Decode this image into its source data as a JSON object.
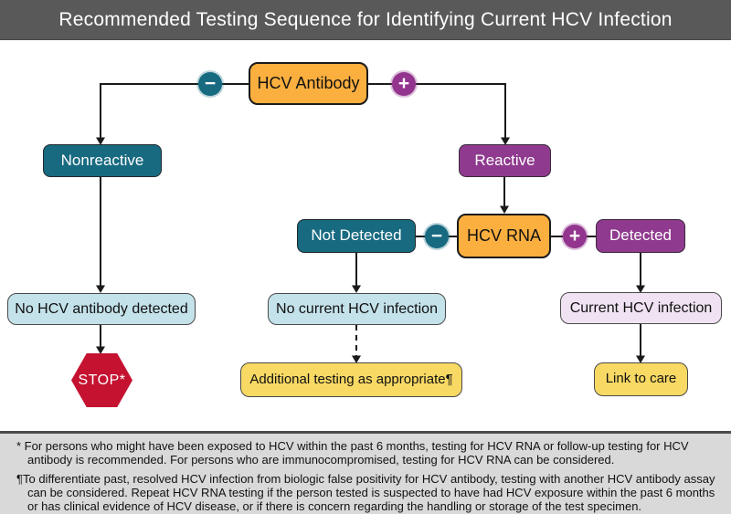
{
  "title": "Recommended Testing Sequence for Identifying Current HCV Infection",
  "palette": {
    "title_bar": "#595959",
    "teal": "#176A80",
    "purple": "#8F3A8E",
    "orange": "#FBAF3F",
    "light_blue": "#C4E2EA",
    "lavender": "#F0E2F3",
    "yellow": "#F8D964",
    "stop_red": "#C41230",
    "footer_bg": "#D9D9D9",
    "line": "#1a1a1a"
  },
  "nodes": {
    "hcv_antibody": "HCV Antibody",
    "nonreactive": "Nonreactive",
    "reactive": "Reactive",
    "not_detected": "Not Detected",
    "hcv_rna": "HCV RNA",
    "detected": "Detected",
    "no_hcv_antibody": "No HCV antibody detected",
    "no_current_infection": "No current HCV infection",
    "current_infection": "Current HCV infection",
    "stop": "STOP*",
    "additional_testing": "Additional testing as appropriate¶",
    "link_to_care": "Link to care"
  },
  "signs": {
    "antibody_negative": "−",
    "antibody_positive": "+",
    "rna_negative": "−",
    "rna_positive": "+"
  },
  "footnotes": [
    {
      "marker": "* ",
      "text": "For persons who might have been exposed to HCV within the past 6 months, testing for HCV RNA or follow-up testing for HCV antibody is recommended. For persons who are immunocompromised, testing for HCV RNA can be considered."
    },
    {
      "marker": "¶",
      "text": "To differentiate past, resolved HCV infection from biologic false positivity for HCV antibody, testing with another HCV antibody assay can be considered. Repeat HCV RNA testing if the person tested is suspected to have had HCV exposure within the past 6 months or has clinical evidence of HCV disease, or if there is concern regarding the handling or storage of the test specimen."
    }
  ]
}
